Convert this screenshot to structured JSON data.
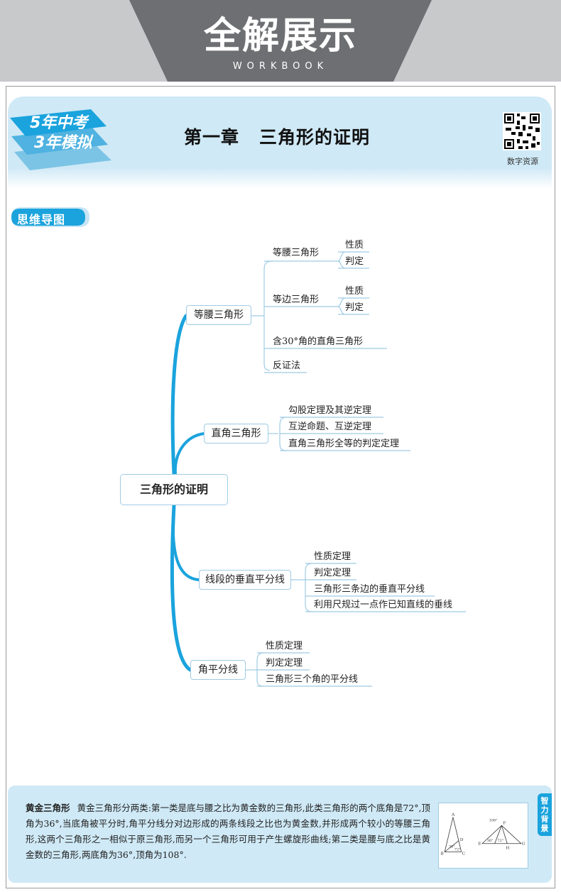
{
  "banner": {
    "title": "全解展示",
    "subtitle": "WORKBOOK"
  },
  "header": {
    "logo_text": "5年中考3年模拟",
    "chapter": "第一章",
    "title": "三角形的证明",
    "qr_label": "数字资源"
  },
  "section": {
    "label": "思维导图"
  },
  "mindmap": {
    "root": "三角形的证明",
    "branches": [
      {
        "label": "等腰三角形",
        "children": [
          {
            "label": "等腰三角形",
            "leaves": [
              "性质",
              "判定"
            ]
          },
          {
            "label": "等边三角形",
            "leaves": [
              "性质",
              "判定"
            ]
          },
          {
            "label": "含30°角的直角三角形"
          },
          {
            "label": "反证法"
          }
        ]
      },
      {
        "label": "直角三角形",
        "children": [
          {
            "label": "勾股定理及其逆定理"
          },
          {
            "label": "互逆命题、互逆定理"
          },
          {
            "label": "直角三角形全等的判定定理"
          }
        ]
      },
      {
        "label": "线段的垂直平分线",
        "children": [
          {
            "label": "性质定理"
          },
          {
            "label": "判定定理"
          },
          {
            "label": "三角形三条边的垂直平分线"
          },
          {
            "label": "利用尺规过一点作已知直线的垂线"
          }
        ]
      },
      {
        "label": "角平分线",
        "children": [
          {
            "label": "性质定理"
          },
          {
            "label": "判定定理"
          },
          {
            "label": "三角形三个角的平分线"
          }
        ]
      }
    ]
  },
  "info": {
    "term": "黄金三角形",
    "body": "黄金三角形分两类:第一类是底与腰之比为黄金数的三角形,此类三角形的两个底角是72°,顶角为36°,当底角被平分时,角平分线分对边形成的两条线段之比也为黄金数,并形成两个较小的等腰三角形,这两个三角形之一相似于原三角形,而另一个三角形可用于产生螺旋形曲线;第二类是腰与底之比是黄金数的三角形,两底角为36°,顶角为108°.",
    "side_tab": "智力背景",
    "figure": {
      "tri1": {
        "a": "A",
        "b": "B",
        "c": "C",
        "d": "D",
        "angle1": "36°",
        "angle2": "72°"
      },
      "tri2": {
        "e": "E",
        "f": "F",
        "g": "G",
        "h": "H",
        "top": "108°",
        "angle1": "36°",
        "angle2": "72°"
      }
    }
  },
  "colors": {
    "accent": "#1aa3dd",
    "panel": "#cfe9f6",
    "banner": "#c8c9cb",
    "banner_dark": "#6e6f72"
  }
}
